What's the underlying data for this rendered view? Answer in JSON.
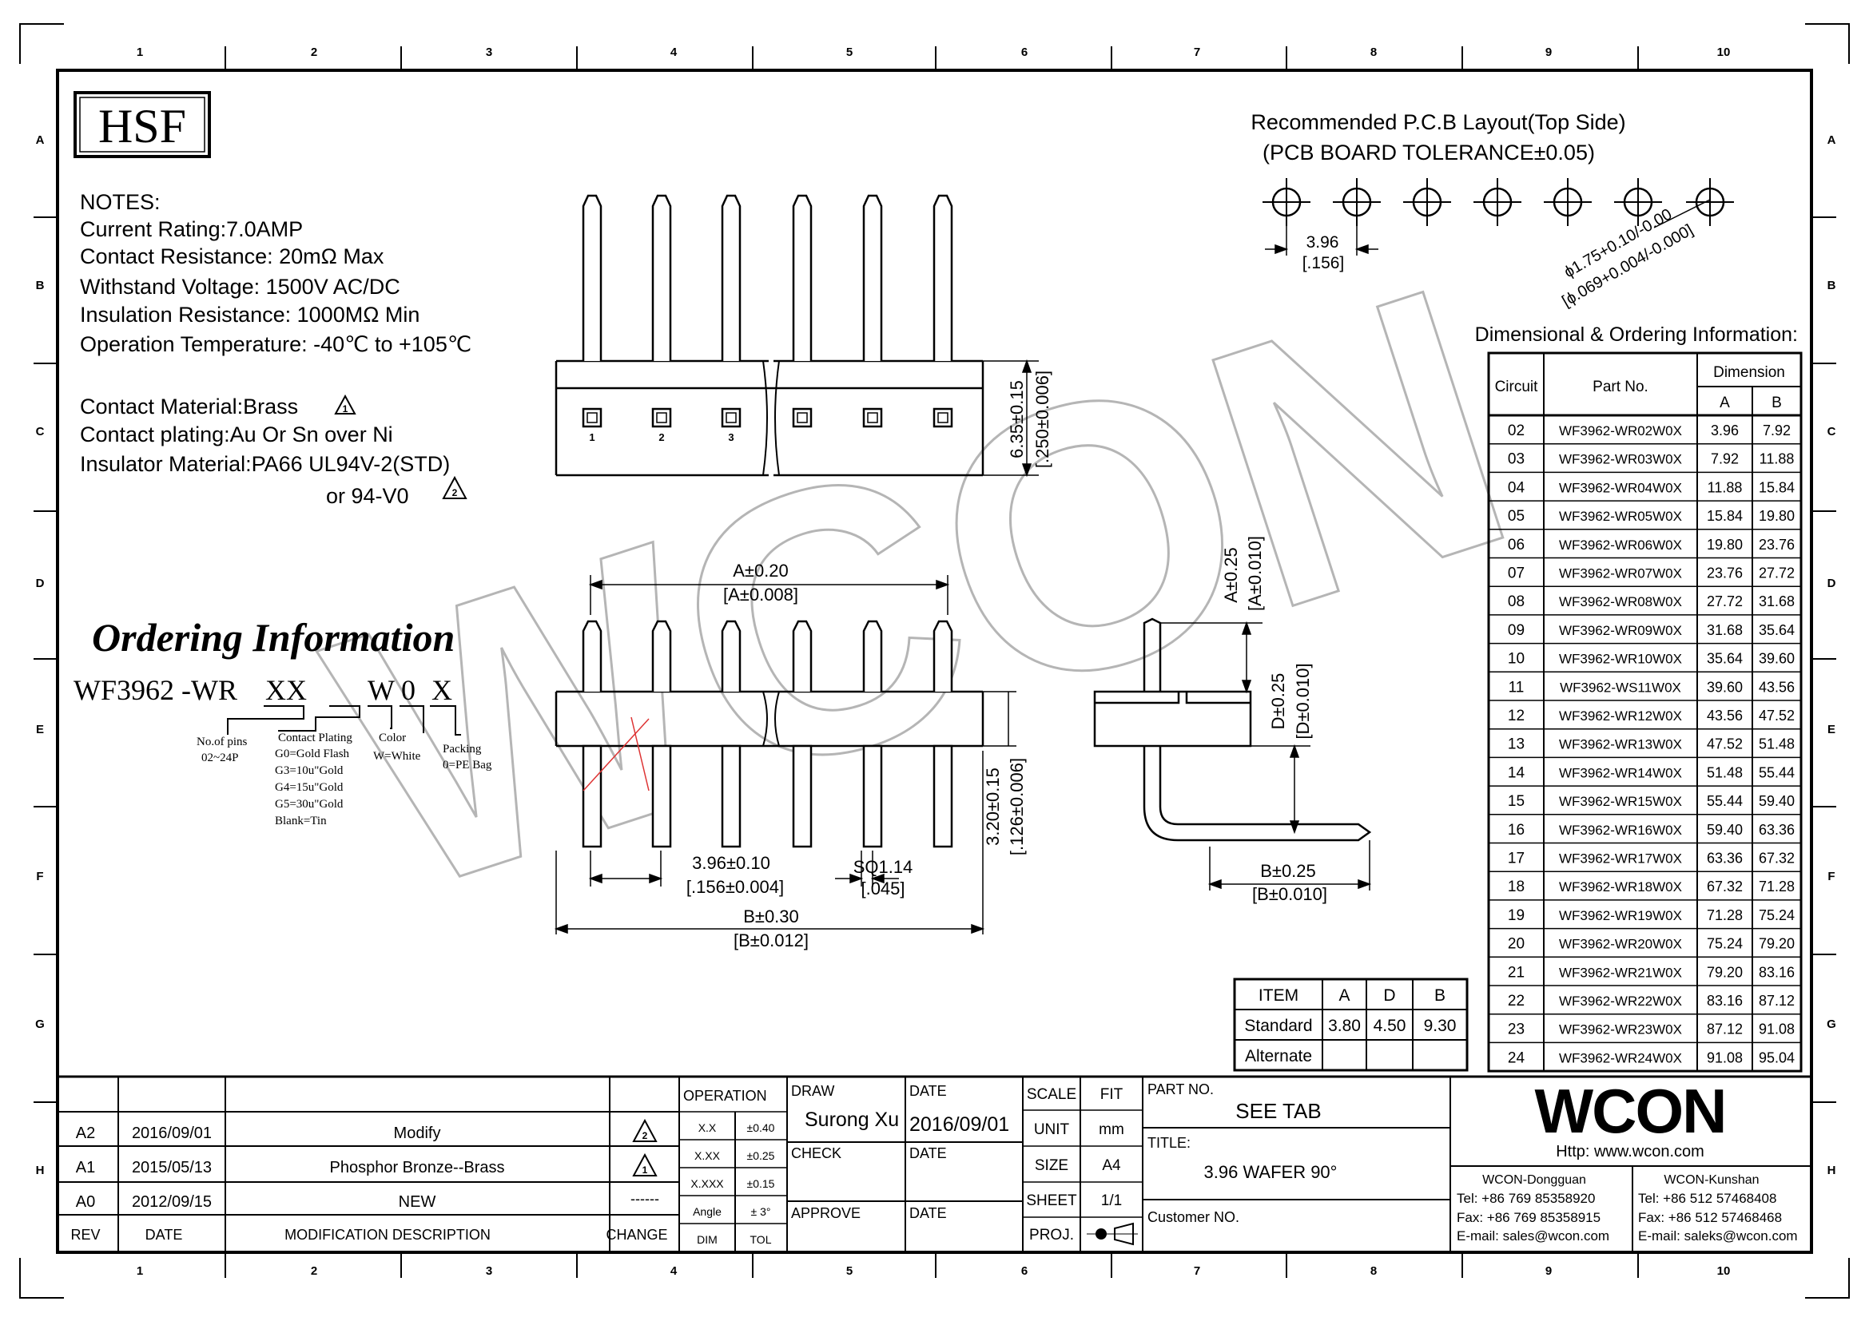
{
  "frame": {
    "col_labels": [
      "1",
      "2",
      "3",
      "4",
      "5",
      "6",
      "7",
      "8",
      "9",
      "10"
    ],
    "row_labels": [
      "A",
      "B",
      "C",
      "D",
      "E",
      "F",
      "G",
      "H"
    ]
  },
  "logo_hsf": "HSF",
  "watermark": "WCON",
  "notes": {
    "heading": "NOTES:",
    "lines": [
      "Current Rating:7.0AMP",
      "Contact Resistance: 20mΩ Max",
      "Withstand Voltage: 1500V AC/DC",
      "Insulation Resistance: 1000MΩ Min",
      "Operation Temperature: -40℃ to +105℃",
      "Contact Material:Brass",
      "Contact plating:Au Or Sn over Ni",
      "Insulator Material:PA66 UL94V-2(STD)",
      "or 94-V0"
    ],
    "rev_flag_1": "1",
    "rev_flag_2": "2"
  },
  "ordering": {
    "title": "Ordering Information",
    "code_prefix": "WF3962 -WR",
    "code_xx": "XX",
    "code_w": "W",
    "code_0": "0",
    "code_x": "X",
    "pins_label_1": "No.of pins",
    "pins_label_2": "02~24P",
    "plating_label": "Contact Plating",
    "plating_options": [
      "G0=Gold Flash",
      "G3=10u\"Gold",
      "G4=15u\"Gold",
      "G5=30u\"Gold",
      "Blank=Tin"
    ],
    "color_label": "Color",
    "color_value": "W=White",
    "packing_label": "Packing",
    "packing_value": "0=PE Bag"
  },
  "drawing": {
    "pin_numbers": [
      "1",
      "2",
      "3"
    ],
    "dim_height": "6.35±0.15",
    "dim_height_in": "[.250±0.006]",
    "dim_a": "A±0.20",
    "dim_a_in": "[A±0.008]",
    "dim_pitch": "3.96±0.10",
    "dim_pitch_in": "[.156±0.004]",
    "dim_sq": "SQ1.14",
    "dim_sq_in": "[.045]",
    "dim_b": "B±0.30",
    "dim_b_in": "[B±0.012]",
    "dim_body": "3.20±0.15",
    "dim_body_in": "[.126±0.006]",
    "side_a": "A±0.25",
    "side_a_in": "[A±0.010]",
    "side_d": "D±0.25",
    "side_d_in": "[D±0.010]",
    "side_b": "B±0.25",
    "side_b_in": "[B±0.010]"
  },
  "pcb": {
    "title": "Recommended P.C.B Layout(Top Side)",
    "tolerance": "(PCB BOARD TOLERANCE±0.05)",
    "pitch": "3.96",
    "pitch_in": "[.156]",
    "hole": "ϕ1.75+0.10/-0.00",
    "hole_in": "[ϕ.069+0.004/-0.000]"
  },
  "ordering_table": {
    "title": "Dimensional & Ordering Information:",
    "headers": {
      "circuit": "Circuit",
      "part": "Part No.",
      "dimension": "Dimension",
      "a": "A",
      "b": "B"
    },
    "rows": [
      [
        "02",
        "WF3962-WR02W0X",
        "3.96",
        "7.92"
      ],
      [
        "03",
        "WF3962-WR03W0X",
        "7.92",
        "11.88"
      ],
      [
        "04",
        "WF3962-WR04W0X",
        "11.88",
        "15.84"
      ],
      [
        "05",
        "WF3962-WR05W0X",
        "15.84",
        "19.80"
      ],
      [
        "06",
        "WF3962-WR06W0X",
        "19.80",
        "23.76"
      ],
      [
        "07",
        "WF3962-WR07W0X",
        "23.76",
        "27.72"
      ],
      [
        "08",
        "WF3962-WR08W0X",
        "27.72",
        "31.68"
      ],
      [
        "09",
        "WF3962-WR09W0X",
        "31.68",
        "35.64"
      ],
      [
        "10",
        "WF3962-WR10W0X",
        "35.64",
        "39.60"
      ],
      [
        "11",
        "WF3962-WS11W0X",
        "39.60",
        "43.56"
      ],
      [
        "12",
        "WF3962-WR12W0X",
        "43.56",
        "47.52"
      ],
      [
        "13",
        "WF3962-WR13W0X",
        "47.52",
        "51.48"
      ],
      [
        "14",
        "WF3962-WR14W0X",
        "51.48",
        "55.44"
      ],
      [
        "15",
        "WF3962-WR15W0X",
        "55.44",
        "59.40"
      ],
      [
        "16",
        "WF3962-WR16W0X",
        "59.40",
        "63.36"
      ],
      [
        "17",
        "WF3962-WR17W0X",
        "63.36",
        "67.32"
      ],
      [
        "18",
        "WF3962-WR18W0X",
        "67.32",
        "71.28"
      ],
      [
        "19",
        "WF3962-WR19W0X",
        "71.28",
        "75.24"
      ],
      [
        "20",
        "WF3962-WR20W0X",
        "75.24",
        "79.20"
      ],
      [
        "21",
        "WF3962-WR21W0X",
        "79.20",
        "83.16"
      ],
      [
        "22",
        "WF3962-WR22W0X",
        "83.16",
        "87.12"
      ],
      [
        "23",
        "WF3962-WR23W0X",
        "87.12",
        "91.08"
      ],
      [
        "24",
        "WF3962-WR24W0X",
        "91.08",
        "95.04"
      ]
    ]
  },
  "item_table": {
    "headers": [
      "ITEM",
      "A",
      "D",
      "B"
    ],
    "standard": [
      "Standard",
      "3.80",
      "4.50",
      "9.30"
    ],
    "alternate": [
      "Alternate",
      "",
      "",
      ""
    ]
  },
  "revisions": {
    "rows": [
      [
        "A2",
        "2016/09/01",
        "Modify",
        "2"
      ],
      [
        "A1",
        "2015/05/13",
        "Phosphor Bronze--Brass",
        "1"
      ],
      [
        "A0",
        "2012/09/15",
        "NEW",
        "------"
      ]
    ],
    "headers": [
      "REV",
      "DATE",
      "MODIFICATION DESCRIPTION",
      "CHANGE"
    ]
  },
  "tolerances": {
    "header": "OPERATION",
    "rows": [
      [
        "X.X",
        "±0.40"
      ],
      [
        "X.XX",
        "±0.25"
      ],
      [
        "X.XXX",
        "±0.15"
      ],
      [
        "Angle",
        "± 3°"
      ],
      [
        "DIM",
        "TOL"
      ]
    ]
  },
  "title_block": {
    "draw_label": "DRAW",
    "draw_value": "Surong Xu",
    "date_label": "DATE",
    "date_value": "2016/09/01",
    "check_label": "CHECK",
    "check_date_label": "DATE",
    "approve_label": "APPROVE",
    "approve_date_label": "DATE",
    "scale_label": "SCALE",
    "scale_value": "FIT",
    "unit_label": "UNIT",
    "unit_value": "mm",
    "size_label": "SIZE",
    "size_value": "A4",
    "sheet_label": "SHEET",
    "sheet_value": "1/1",
    "proj_label": "PROJ.",
    "part_label": "PART NO.",
    "part_value": "SEE TAB",
    "title_label": "TITLE:",
    "title_value": "3.96 WAFER 90°",
    "customer_label": "Customer NO."
  },
  "company": {
    "logo": "WCON",
    "url": "Http: www.wcon.com",
    "left_name": "WCON-Dongguan",
    "left_tel": "Tel: +86 769 85358920",
    "left_fax": "Fax: +86 769 85358915",
    "left_mail": "E-mail: sales@wcon.com",
    "right_name": "WCON-Kunshan",
    "right_tel": "Tel: +86 512 57468408",
    "right_fax": "Fax: +86 512 57468468",
    "right_mail": "E-mail: saleks@wcon.com"
  }
}
